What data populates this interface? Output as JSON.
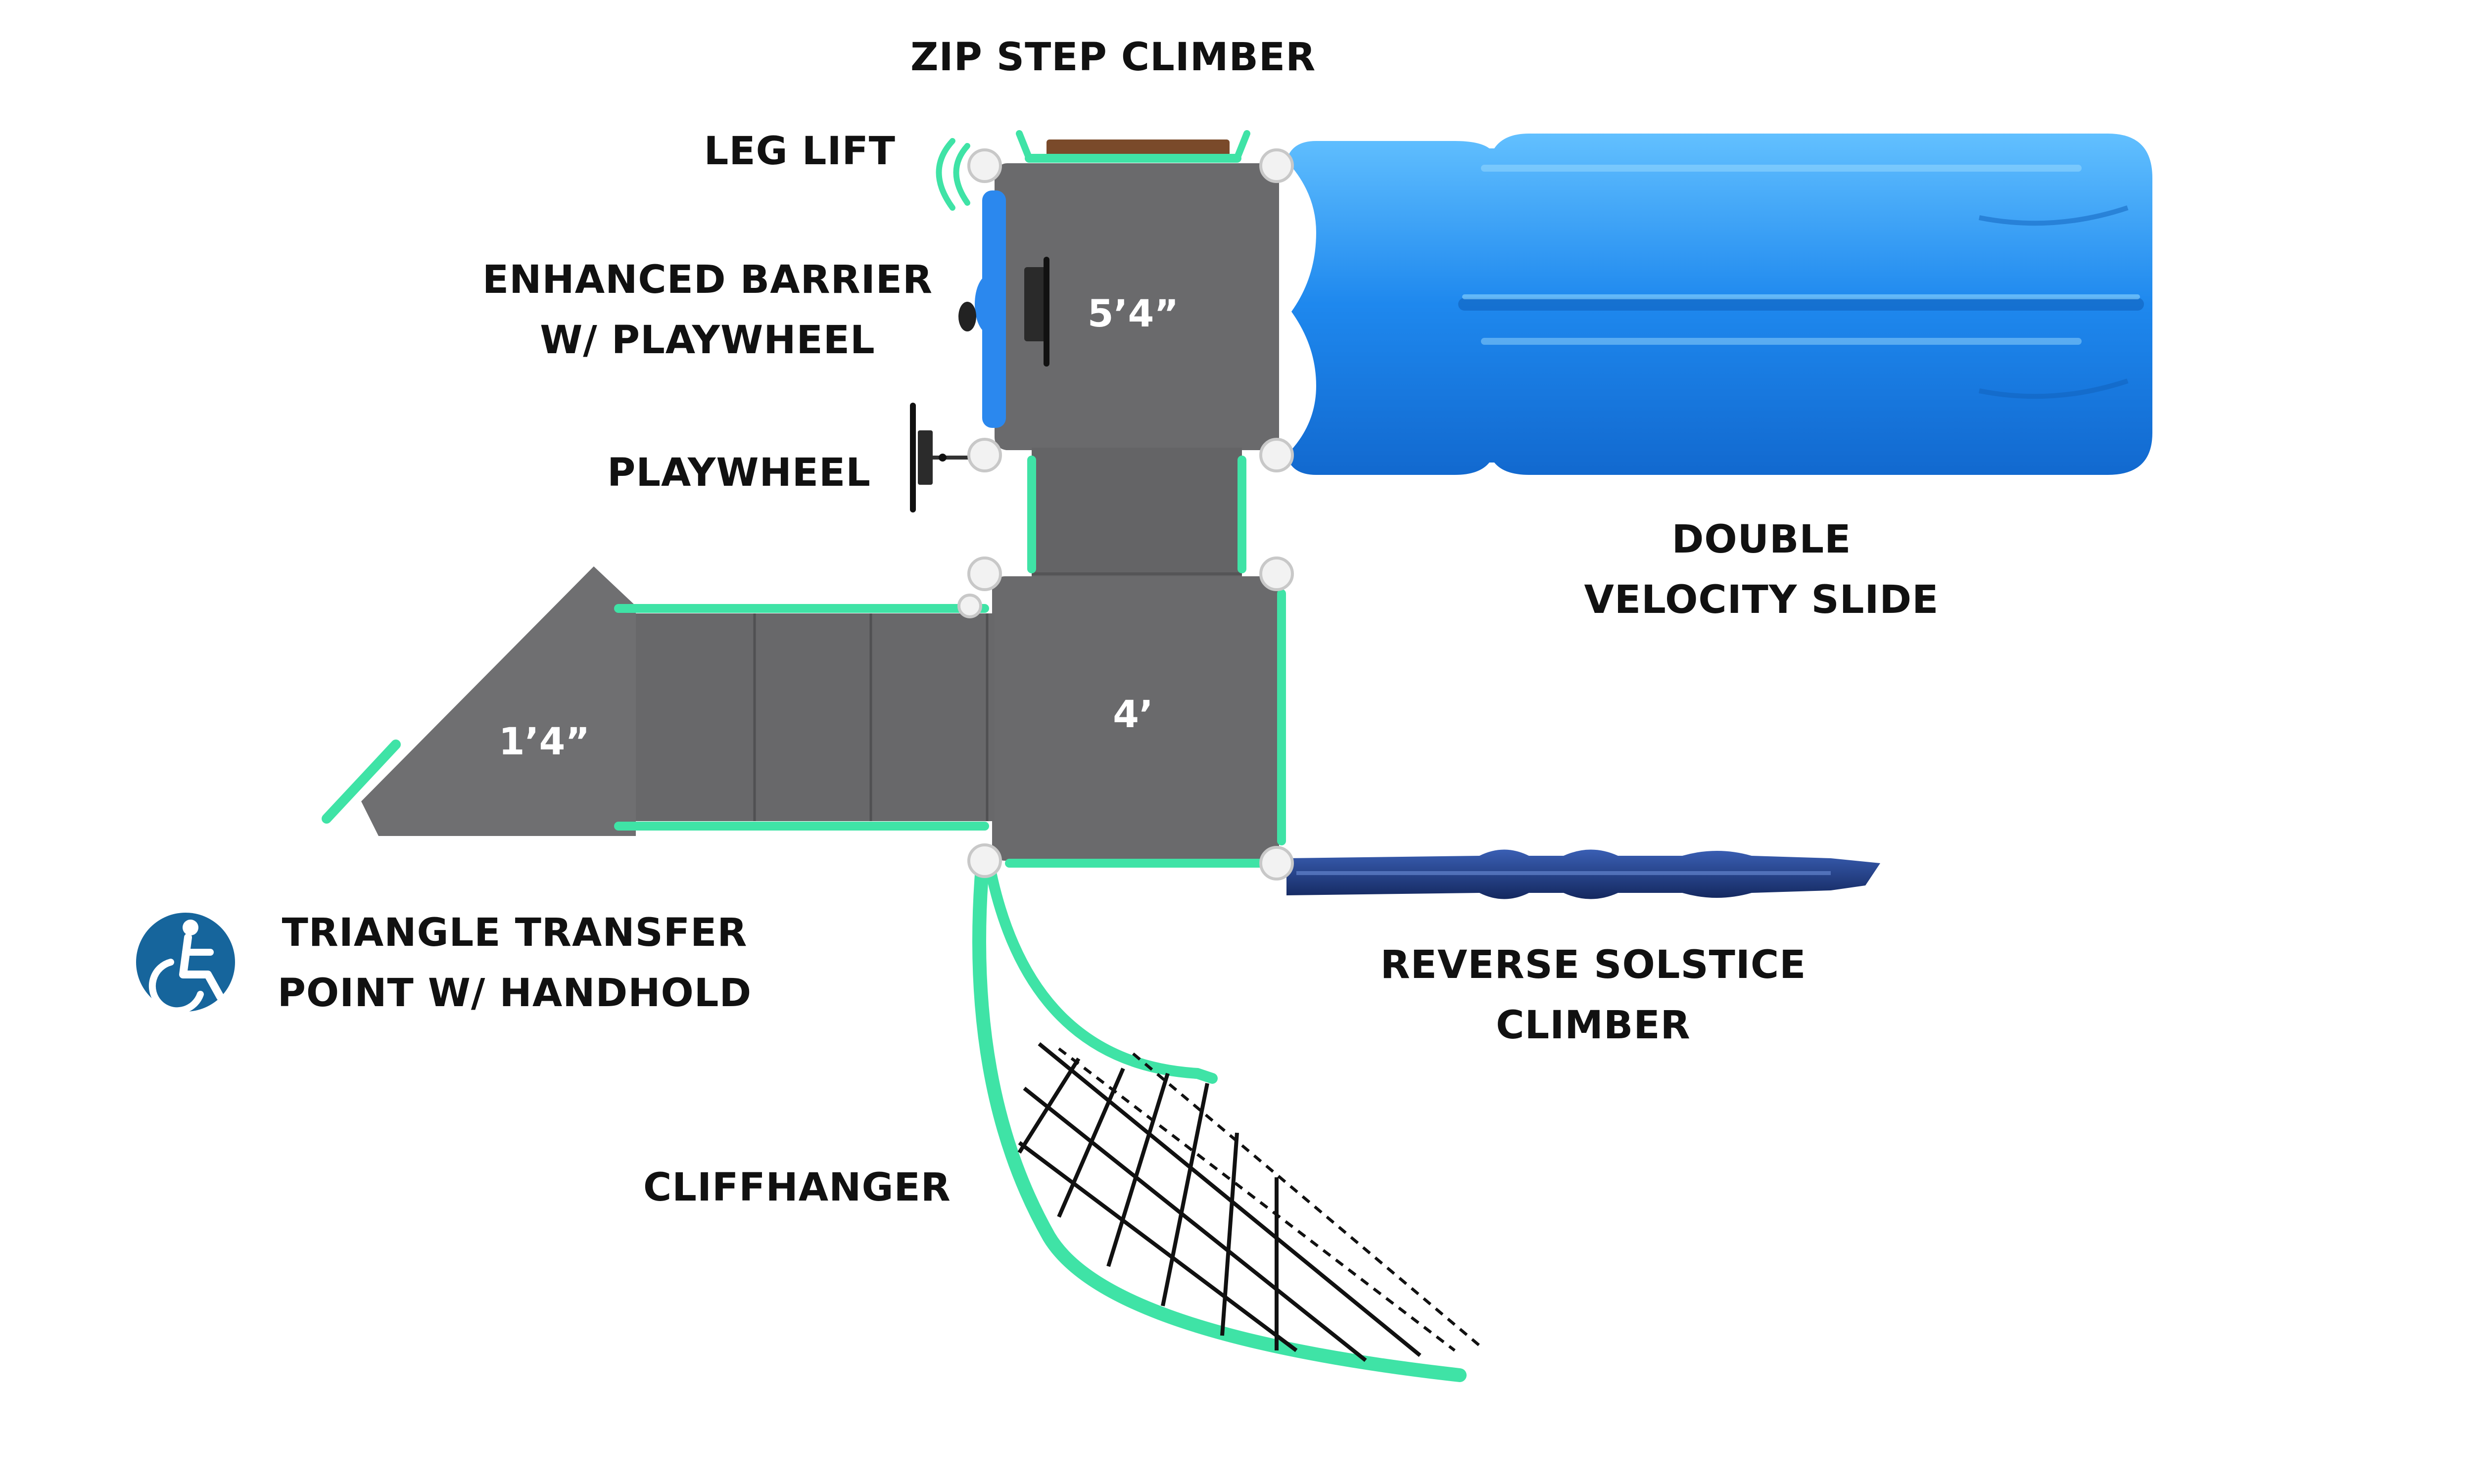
{
  "labels": {
    "zip_step_climber": "ZIP STEP CLIMBER",
    "leg_lift": "LEG LIFT",
    "enhanced_barrier_line1": "ENHANCED BARRIER",
    "enhanced_barrier_line2": "W/ PLAYWHEEL",
    "playwheel": "PLAYWHEEL",
    "double_velocity_line1": "DOUBLE",
    "double_velocity_line2": "VELOCITY SLIDE",
    "triangle_transfer_line1": "TRIANGLE TRANSFER",
    "triangle_transfer_line2": "POINT W/ HANDHOLD",
    "reverse_solstice_line1": "REVERSE SOLSTICE",
    "reverse_solstice_line2": "CLIMBER",
    "cliffhanger": "CLIFFHANGER"
  },
  "deck_heights": {
    "upper_deck": "5’4”",
    "lower_deck": "4’",
    "transfer_platform": "1’4”"
  },
  "accessibility_icon": "wheelchair-accessibility-icon",
  "colors": {
    "deck": "#6a6a6c",
    "rail": "#3fe3a6",
    "slide": "#1f8ef0",
    "climber": "#1f3e88",
    "zip_step": "#7a4a2a",
    "accessibility_badge": "#16659c"
  }
}
